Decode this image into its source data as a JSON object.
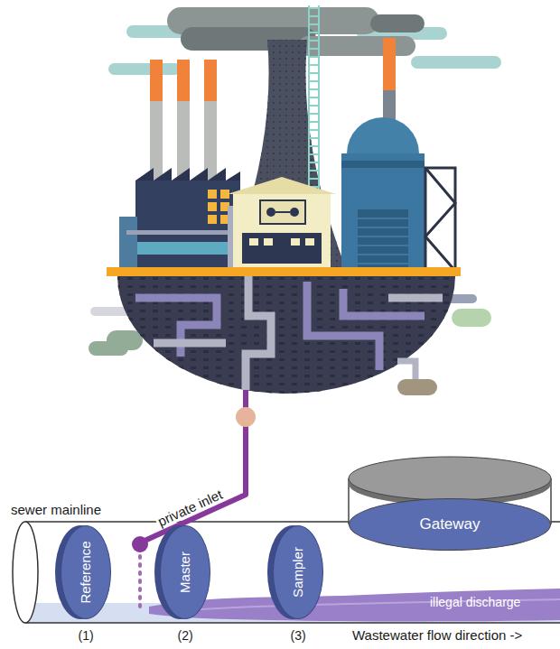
{
  "diagram": {
    "nodes": [
      {
        "text": [
          "Reference"
        ]
      },
      {
        "text": [
          "Master"
        ]
      },
      {
        "text": [
          "Sampler"
        ]
      },
      {
        "text": [
          "Gateway"
        ]
      }
    ],
    "labels": [
      "private inlet",
      "sewer mainline",
      "illegal discharge",
      "(1)",
      "(2)",
      "(3)",
      "Wastewater flow direction ->"
    ]
  }
}
